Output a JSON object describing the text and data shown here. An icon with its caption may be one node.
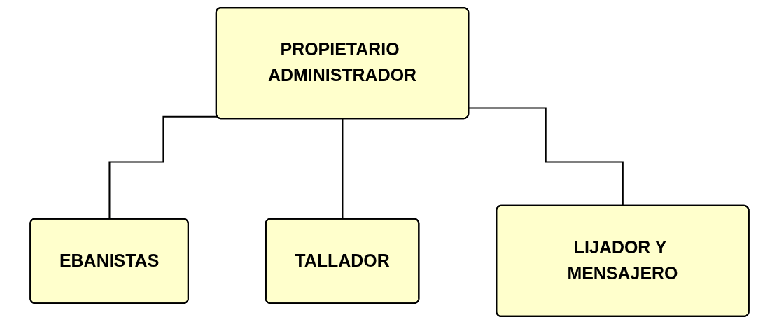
{
  "diagram": {
    "nodes": [
      {
        "text": [
          "PROPIETARIO ADMINISTRADOR"
        ]
      },
      {
        "text": [
          "EBANISTAS"
        ]
      },
      {
        "text": [
          "TALLADOR"
        ]
      },
      {
        "text": [
          "LIJADOR Y MENSAJERO"
        ]
      }
    ],
    "edges": [
      {
        "from": 0,
        "to": 1,
        "arrow": "none"
      },
      {
        "from": 0,
        "to": 2,
        "arrow": "none"
      },
      {
        "from": 0,
        "to": 3,
        "arrow": "none"
      }
    ]
  }
}
